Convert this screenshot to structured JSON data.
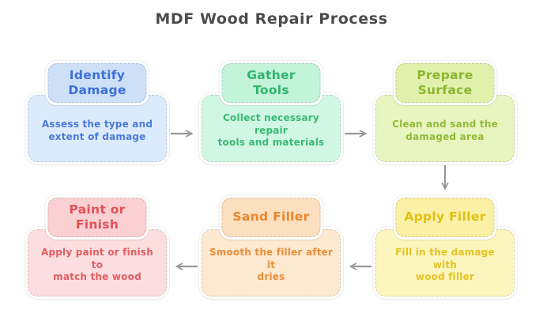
{
  "title": "MDF Wood Repair Process",
  "theme": {
    "background": "#ffffff",
    "title_color": "#4c4c4c",
    "arrow_color": "#979797",
    "node_border_color": "#ffffff"
  },
  "nodes": [
    {
      "id": "identify-damage",
      "label": "Identify\nDamage",
      "description": "Assess the type and\nextent of damage",
      "header_bg": "#cde0f8",
      "body_bg": "#dcebfc",
      "text_color": "#3e70d8"
    },
    {
      "id": "gather-tools",
      "label": "Gather\nTools",
      "description": "Collect necessary repair\ntools and materials",
      "header_bg": "#c3f3d9",
      "body_bg": "#d0f7e3",
      "text_color": "#2eb46c"
    },
    {
      "id": "prepare-surface",
      "label": "Prepare\nSurface",
      "description": "Clean and sand the\ndamaged area",
      "header_bg": "#e1f1ac",
      "body_bg": "#e9f5c0",
      "text_color": "#8ab62e"
    },
    {
      "id": "apply-filler",
      "label": "Apply Filler",
      "description": "Fill in the damage with\nwood filler",
      "header_bg": "#faf0a6",
      "body_bg": "#fcf5bd",
      "text_color": "#e2bf13"
    },
    {
      "id": "sand-filler",
      "label": "Sand Filler",
      "description": "Smooth the filler after it\ndries",
      "header_bg": "#fcdfbe",
      "body_bg": "#fde9cf",
      "text_color": "#e8862c"
    },
    {
      "id": "paint-or-finish",
      "label": "Paint or\nFinish",
      "description": "Apply paint or finish to\nmatch the wood",
      "header_bg": "#fbd0d3",
      "body_bg": "#fcdee0",
      "text_color": "#e15157"
    }
  ],
  "flow": [
    {
      "from": "Identify Damage",
      "to": "Gather Tools"
    },
    {
      "from": "Gather Tools",
      "to": "Prepare Surface"
    },
    {
      "from": "Prepare Surface",
      "to": "Apply Filler"
    },
    {
      "from": "Apply Filler",
      "to": "Sand Filler"
    },
    {
      "from": "Sand Filler",
      "to": "Paint or Finish"
    }
  ]
}
